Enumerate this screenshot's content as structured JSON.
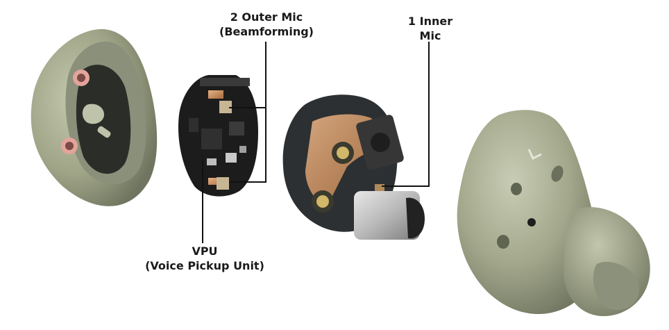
{
  "labels": {
    "outer_mic": {
      "line1": "2 Outer Mic",
      "line2": "(Beamforming)"
    },
    "inner_mic": {
      "line1": "1 Inner",
      "line2": "Mic"
    },
    "vpu": {
      "line1": "VPU",
      "line2": "(Voice Pickup Unit)"
    }
  },
  "colors": {
    "shell_green": "#a3a98c",
    "shell_dark": "#6f7560",
    "pcb_black": "#1c1c1c",
    "copper": "#c98a55",
    "pink_ring": "#e5a8a0",
    "leader_line": "#111111"
  },
  "parts": [
    "back-shell",
    "circuit-board",
    "driver-assembly",
    "earbud-with-eartip"
  ]
}
